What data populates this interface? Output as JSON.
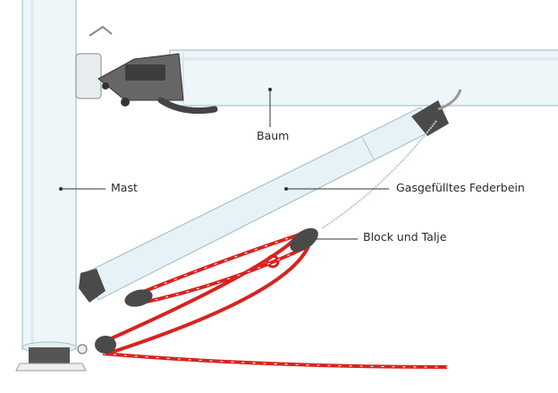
{
  "labels": {
    "boom": "Baum",
    "mast": "Mast",
    "strut": "Gasgefülltes Federbein",
    "block": "Block und Talje"
  },
  "colors": {
    "spar_fill": "#eef6f9",
    "spar_edge": "#a9c3cc",
    "fitting": "#4a4a4a",
    "rope": "#d8231f"
  }
}
